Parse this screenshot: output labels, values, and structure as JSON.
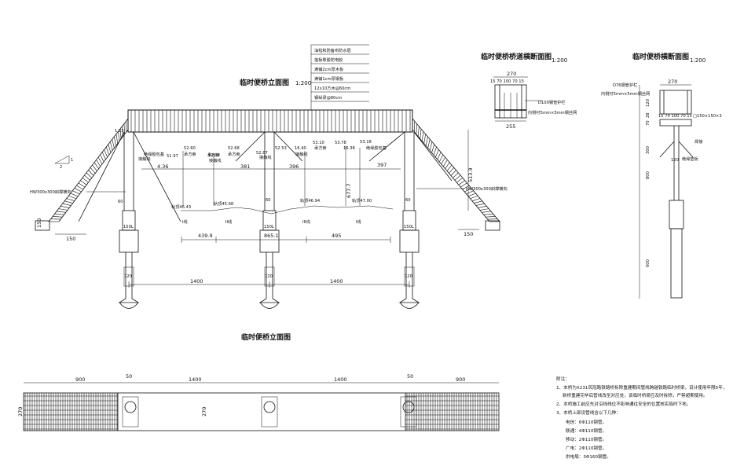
{
  "titles": {
    "elevation": "临时便桥立面图",
    "elevation_scale": "1:200",
    "cross_section": "临时便桥桥道横断面图",
    "cross_section_scale": "1:200",
    "transverse": "临时便桥横断面图",
    "transverse_scale": "1:200",
    "plan": "临时便桥立面图"
  },
  "layers": [
    "油毡和防备布防水层",
    "莲板橡胶防电胶",
    "满铺2cm厚木板",
    "满铺1cm厚钢板",
    "12x10方木@60cm",
    "钢纵梁@80cm"
  ],
  "elevation_labels": {
    "slope_1": "1",
    "slope_2": "2",
    "hw_left": "HW300x300斜撑横向",
    "hw_right": "HW300x300斜撑横向",
    "pier_mark": "60",
    "dim_150_a": "150",
    "dim_150_b": "150",
    "dim_150_c": "150",
    "pile_150L_a": "150L",
    "pile_150L_b": "150L",
    "pile_150L_c": "150L",
    "pile_120_a": "120",
    "pile_120_b": "120",
    "pile_120_c": "120",
    "span_1": "1400",
    "span_2": "1400",
    "gap_4399": "439.9",
    "gap_8651": "865.1",
    "gap_495": "495",
    "d_436": "4.36",
    "d_381": "381",
    "d_396": "396",
    "d_397": "397",
    "d_6777": "677.7",
    "d_5139": "513.9",
    "cable_a": "绝缘胶包基",
    "cable_b": "承方索",
    "cable_c": "接触线",
    "h_5260": "52.60",
    "h_5197": "51.97",
    "h_5203": "52.03",
    "h_5268": "52.68",
    "h_5287": "52.87",
    "h_5253": "52.53",
    "h_5310": "53.10",
    "h_5378": "53.78",
    "h_5318": "53.18",
    "h_1640": "16.40",
    "h_1638": "16.38",
    "rail_a": "轨顶46.43",
    "rail_b": "轨顶45.68",
    "rail_c": "轨顶46.94",
    "rail_d": "轨顶47.00",
    "line_a": "I线",
    "line_b": "II线",
    "line_c": "III线",
    "line_d": "I线"
  },
  "cross_section": {
    "w270": "270",
    "dims": "15 70 100 70 15",
    "w255": "255",
    "rail": "D100钢管护栏",
    "mesh": "内侧衬5mm×5mm钢丝网"
  },
  "transverse": {
    "w270": "270",
    "rail": "D76钢管护栏",
    "mesh": "内侧衬5mm×5mm钢丝网",
    "dims": "15 70 100 70 15",
    "beam": "□150×150×3",
    "weld": "焊接",
    "bolt": "绝缘垫板",
    "d120a": "120",
    "d28": "28",
    "d70": "70",
    "d300": "300",
    "d120b": "120",
    "d800": "800",
    "d600": "600"
  },
  "plan": {
    "d900a": "900",
    "d50a": "50",
    "d1400a": "1400",
    "d1400b": "1400",
    "d50b": "50",
    "d900b": "900",
    "d270a": "270",
    "d270b": "270"
  },
  "notes": {
    "heading": "附注：",
    "n1a": "1、本桥为X231风冠路铁路桥拆除重建期间管线跨越铁路临时桥梁，设计使用年限5年，",
    "n1b": "新桥重建完毕后管线改至对应处，该临时桥梁应及时拆除，严禁超期使用。",
    "n2": "2、本桥施工前应先对沿线线位不影响通往安全的位置核实临时下地。",
    "n3": "3、本桥上部设管线含以下几种：",
    "p1": "电信：6Φ110钢管。",
    "p2": "联通：4Φ110钢管。",
    "p3": "移动：2Φ110钢管。",
    "p4": "广电：2Φ110钢管。",
    "p5": "供电局：3Φ160钢管。"
  }
}
